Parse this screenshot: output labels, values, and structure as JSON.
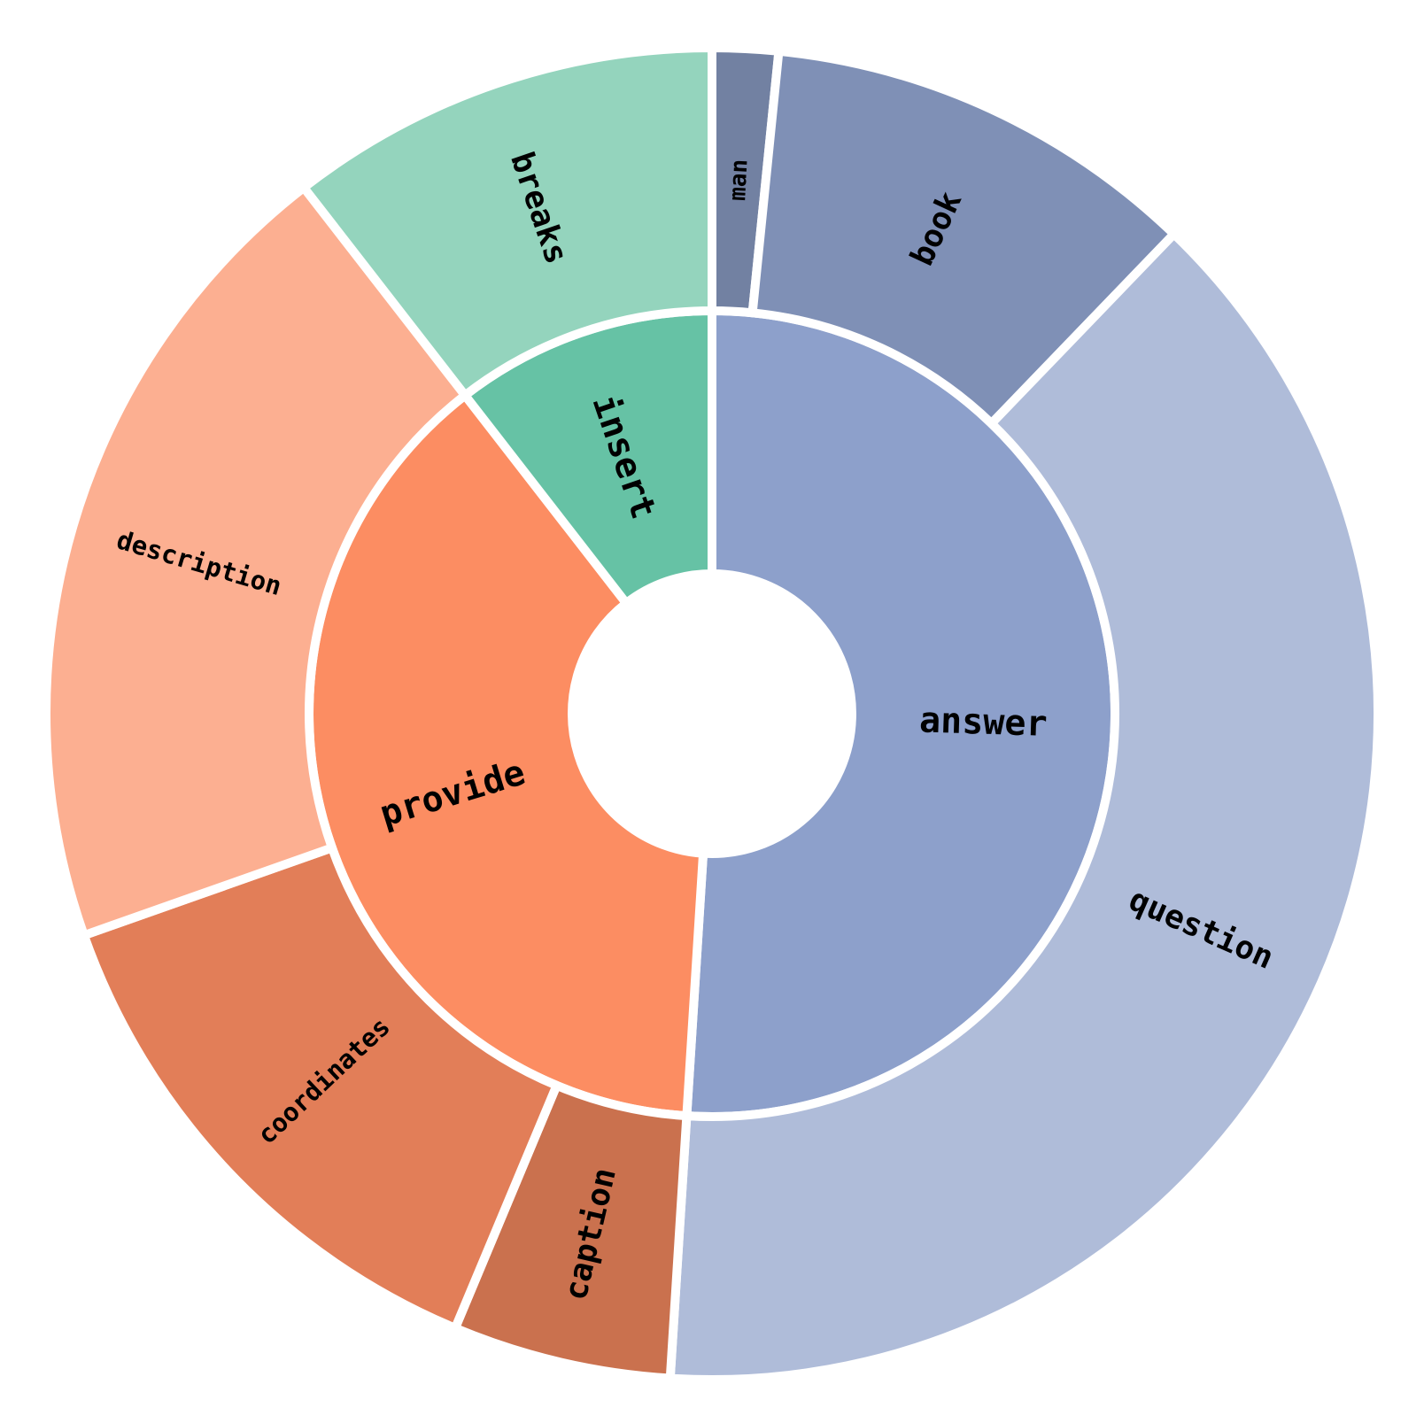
{
  "chart_data": {
    "type": "sunburst",
    "title": "",
    "start_angle_deg": 90,
    "direction": "clockwise",
    "inner": [
      {
        "name": "answer",
        "value": 51.0,
        "color": "#8da0cb"
      },
      {
        "name": "provide",
        "value": 38.5,
        "color": "#fc8d62"
      },
      {
        "name": "insert",
        "value": 10.5,
        "color": "#66c2a5"
      }
    ],
    "outer": [
      {
        "name": "man",
        "parent": "answer",
        "value": 1.6,
        "color": "#7281a2"
      },
      {
        "name": "book",
        "parent": "answer",
        "value": 10.6,
        "color": "#7f90b6"
      },
      {
        "name": "question",
        "parent": "answer",
        "value": 38.8,
        "color": "#afbcd9"
      },
      {
        "name": "caption",
        "parent": "provide",
        "value": 5.3,
        "color": "#ca714e"
      },
      {
        "name": "coordinates",
        "parent": "provide",
        "value": 13.3,
        "color": "#e27e58"
      },
      {
        "name": "description",
        "parent": "provide",
        "value": 19.9,
        "color": "#fcaf91"
      },
      {
        "name": "breaks",
        "parent": "insert",
        "value": 10.5,
        "color": "#94d4bd"
      }
    ]
  }
}
